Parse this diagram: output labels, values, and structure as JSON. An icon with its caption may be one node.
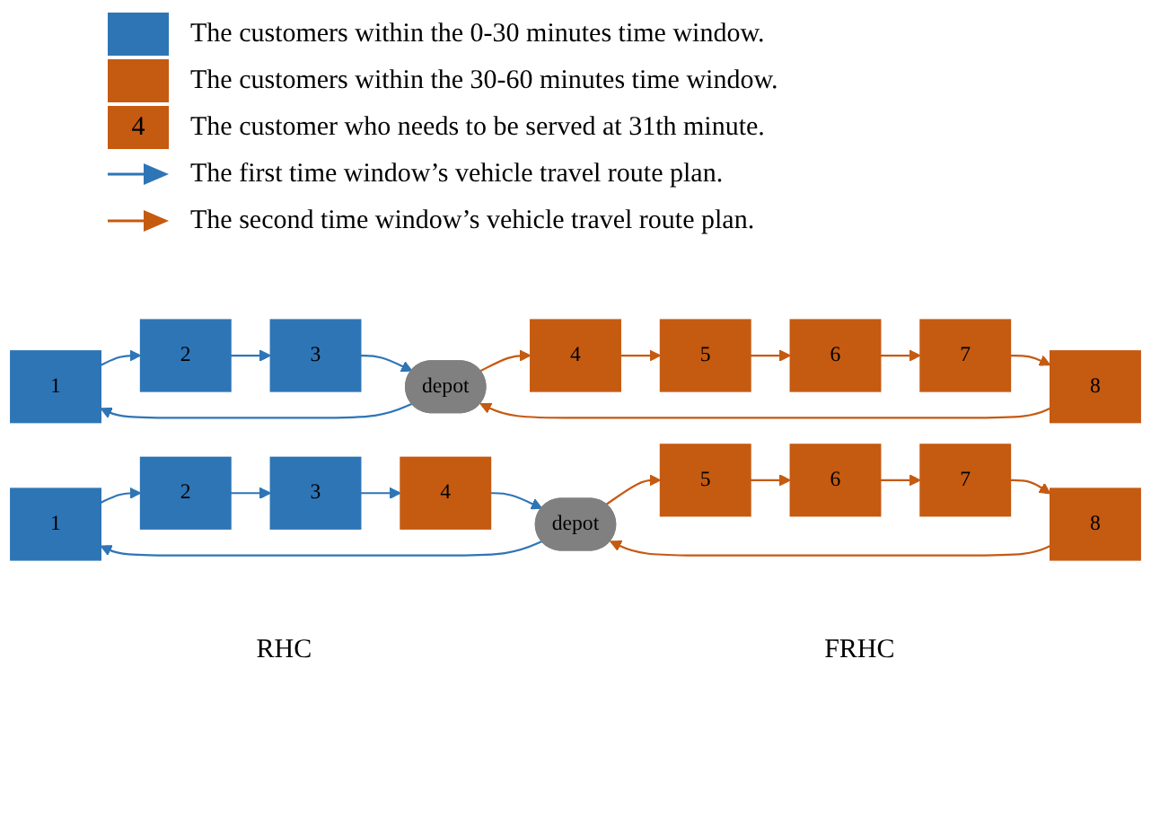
{
  "diagram": {
    "nodes": [
      {
        "text": [
          "1"
        ]
      },
      {
        "text": [
          "2"
        ]
      },
      {
        "text": [
          "3"
        ]
      },
      {
        "text": [
          "depot"
        ]
      },
      {
        "text": [
          "4"
        ]
      },
      {
        "text": [
          "5"
        ]
      },
      {
        "text": [
          "6"
        ]
      },
      {
        "text": [
          "7"
        ]
      },
      {
        "text": [
          "8"
        ]
      },
      {
        "text": [
          "1"
        ]
      },
      {
        "text": [
          "2"
        ]
      },
      {
        "text": [
          "3"
        ]
      },
      {
        "text": [
          "depot"
        ]
      },
      {
        "text": [
          "4"
        ]
      },
      {
        "text": [
          "5"
        ]
      },
      {
        "text": [
          "6"
        ]
      },
      {
        "text": [
          "7"
        ]
      },
      {
        "text": [
          "8"
        ]
      }
    ],
    "edges": [
      {
        "from": 3,
        "to": 0,
        "arrow": "to",
        "color": "#2e75b6"
      },
      {
        "from": 0,
        "to": 1,
        "arrow": "to",
        "color": "#2e75b6"
      },
      {
        "from": 1,
        "to": 2,
        "arrow": "to",
        "color": "#2e75b6"
      },
      {
        "from": 2,
        "to": 3,
        "arrow": "to",
        "color": "#2e75b6"
      },
      {
        "from": 3,
        "to": 4,
        "arrow": "to"
      },
      {
        "from": 4,
        "to": 5,
        "arrow": "to"
      },
      {
        "from": 5,
        "to": 6,
        "arrow": "to"
      },
      {
        "from": 6,
        "to": 7,
        "arrow": "to"
      },
      {
        "from": 7,
        "to": 8,
        "arrow": "to"
      },
      {
        "from": 8,
        "to": 3,
        "arrow": "to"
      },
      {
        "from": 12,
        "to": 9,
        "arrow": "to",
        "color": "#2e75b6"
      },
      {
        "from": 9,
        "to": 10,
        "arrow": "to",
        "color": "#2e75b6"
      },
      {
        "from": 10,
        "to": 11,
        "arrow": "to",
        "color": "#2e75b6"
      },
      {
        "from": 11,
        "to": 13,
        "arrow": "to",
        "color": "#2e75b6"
      },
      {
        "from": 13,
        "to": 12,
        "arrow": "to",
        "color": "#2e75b6"
      },
      {
        "from": 12,
        "to": 14,
        "arrow": "to"
      },
      {
        "from": 14,
        "to": 15,
        "arrow": "to"
      },
      {
        "from": 15,
        "to": 16,
        "arrow": "to"
      },
      {
        "from": 16,
        "to": 17,
        "arrow": "to"
      },
      {
        "from": 17,
        "to": 12,
        "arrow": "to"
      }
    ],
    "labels": [
      "4",
      "RHC",
      "FRHC"
    ],
    "legend": [
      {
        "text": "The customers within the 0-30 minutes time window.",
        "color": "#2e75b6"
      },
      {
        "text": "The customers within the 30-60 minutes time window.",
        "color": "#c55a11"
      },
      {
        "text": "The customer who needs to be served at 31th minute.",
        "color": "#c55a11"
      },
      {
        "text": "The first time window’s vehicle travel route plan.",
        "color": "#2e75b6"
      },
      {
        "text": "The second time window’s vehicle travel route plan.",
        "color": "#c55a11"
      }
    ]
  }
}
